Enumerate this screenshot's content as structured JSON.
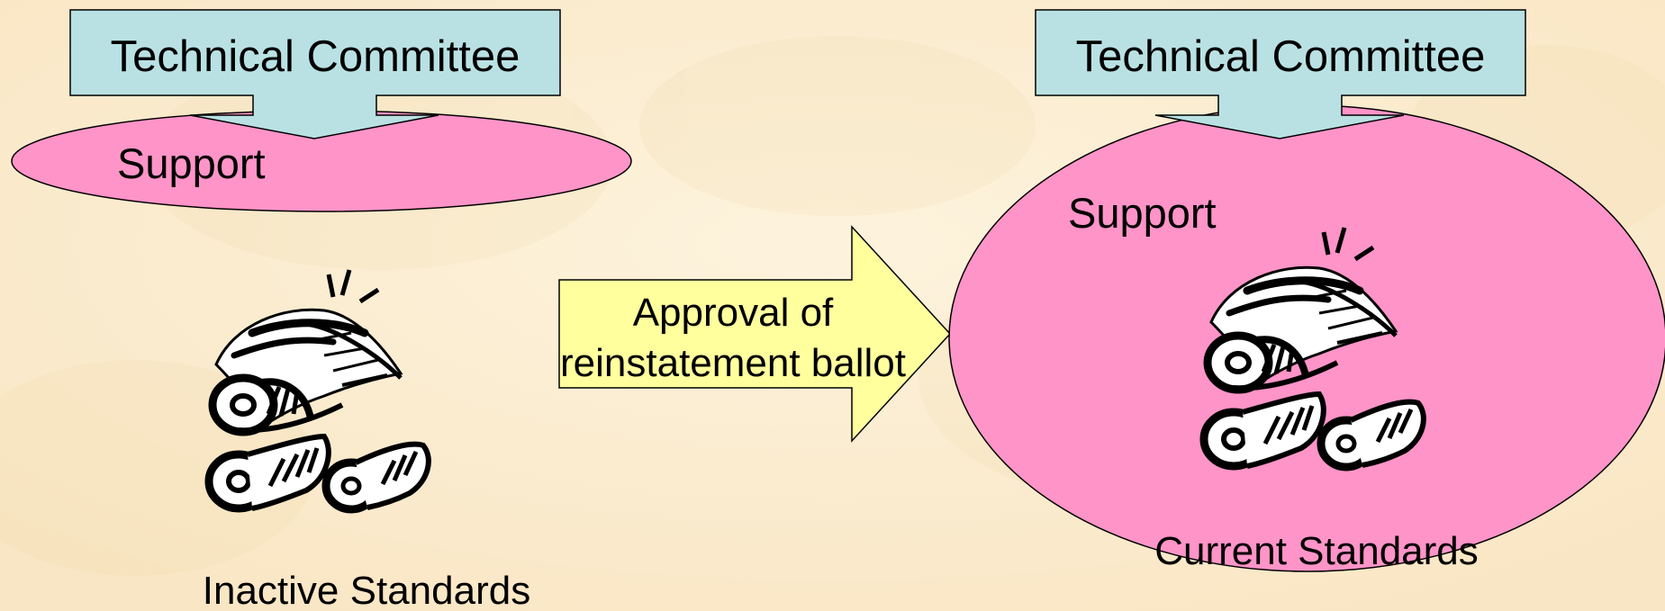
{
  "left_panel": {
    "committee_label": "Technical Committee",
    "support_label": "Support",
    "standards_label": "Inactive Standards"
  },
  "center_arrow": {
    "line1": "Approval of",
    "line2": "reinstatement ballot"
  },
  "right_panel": {
    "committee_label": "Technical Committee",
    "support_label": "Support",
    "standards_label": "Current Standards"
  },
  "colors": {
    "background": "#fdf1d8",
    "committee_fill": "#b9e1e3",
    "support_fill": "#ff94c8",
    "arrow_fill": "#ffff9e",
    "outline": "#000000"
  },
  "icons": {
    "left_scrolls": "scrolls-icon",
    "right_scrolls": "scrolls-icon"
  }
}
